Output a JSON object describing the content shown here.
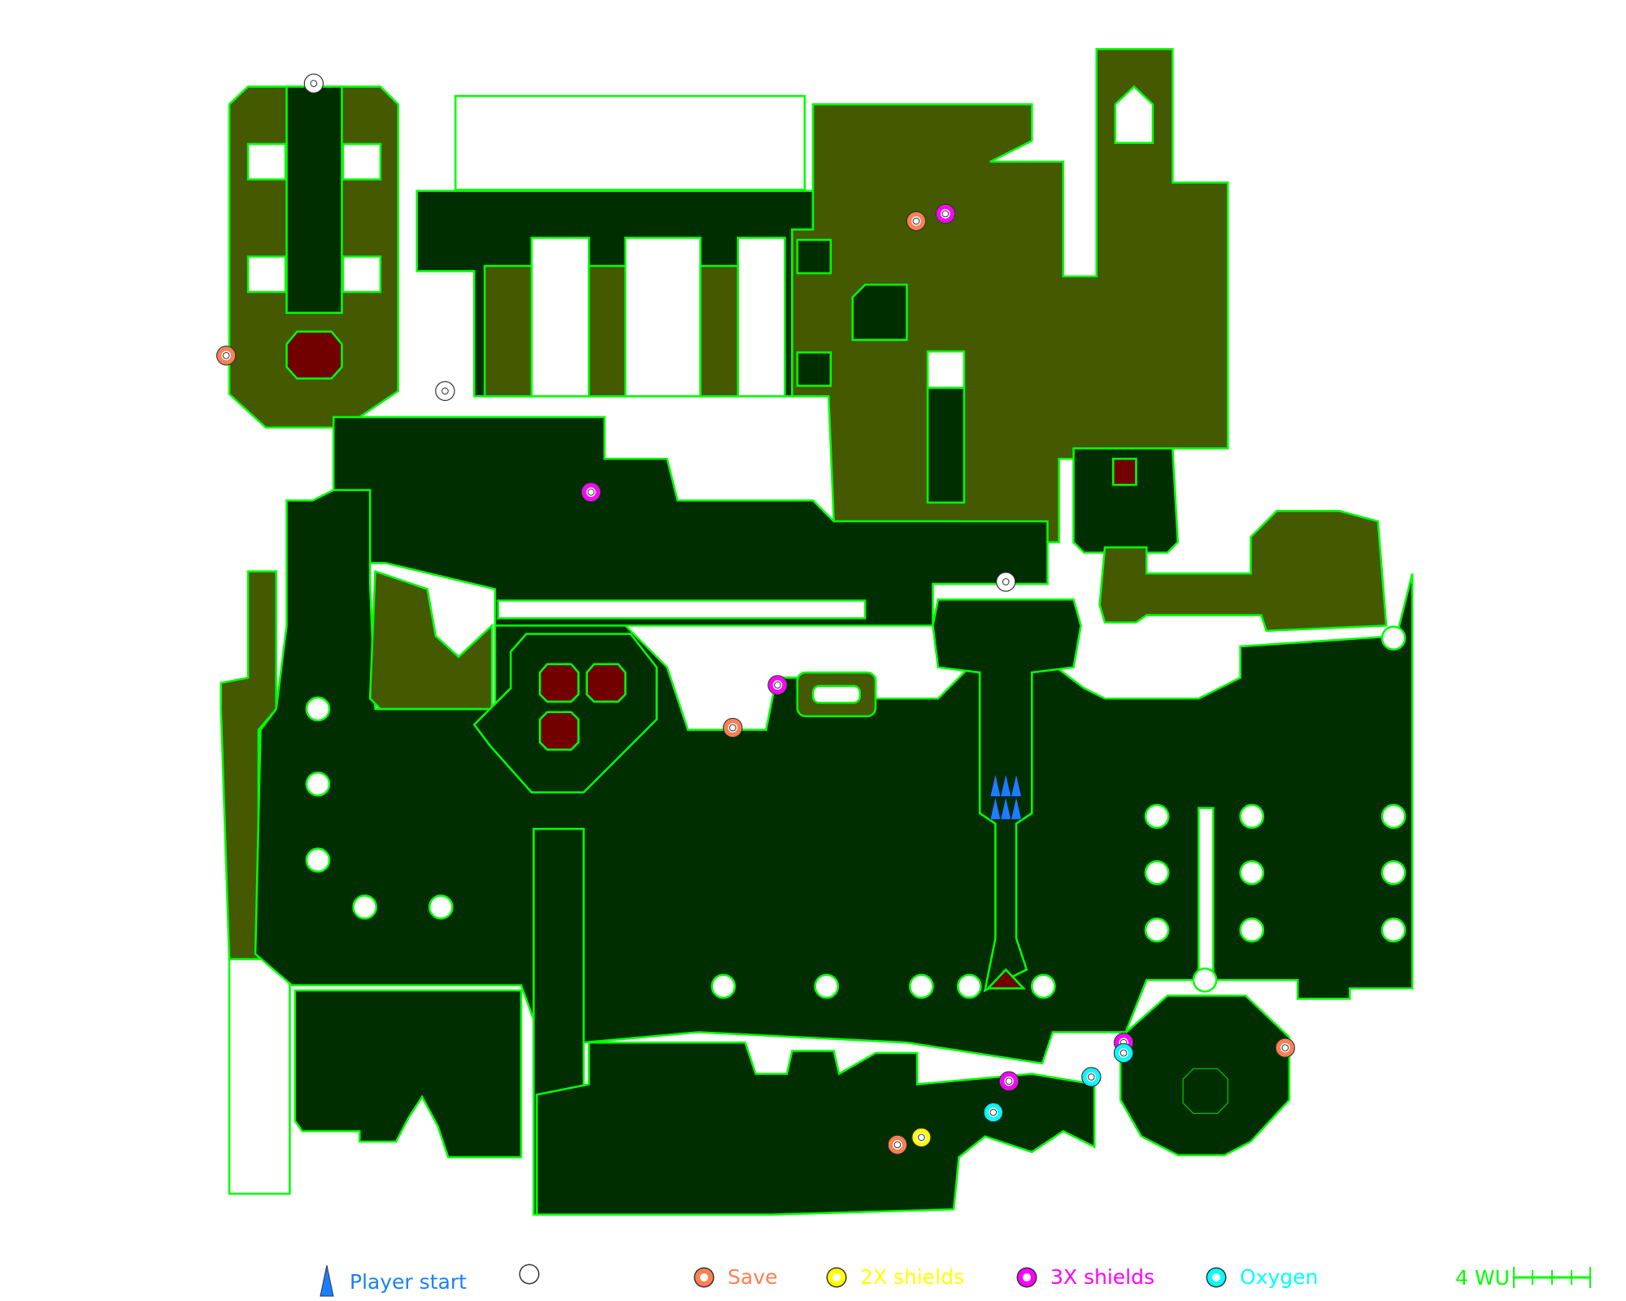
{
  "legend": {
    "player_start": {
      "label": "Player start",
      "color": "#1a7fff"
    },
    "unlabeled": {
      "label": "",
      "color": "#ffffff"
    },
    "save": {
      "label": "Save",
      "color": "#ff7f50"
    },
    "shields2x": {
      "label": "2X shields",
      "color": "#ffff00"
    },
    "shields3x": {
      "label": "3X shields",
      "color": "#ff00ff"
    },
    "oxygen": {
      "label": "Oxygen",
      "color": "#00ffff"
    },
    "scale": {
      "label": "4 WU",
      "color": "#00ff00"
    }
  },
  "colors": {
    "floor": "#002e00",
    "raised": "#445900",
    "hazard": "#720000",
    "outline": "#00ff00"
  }
}
